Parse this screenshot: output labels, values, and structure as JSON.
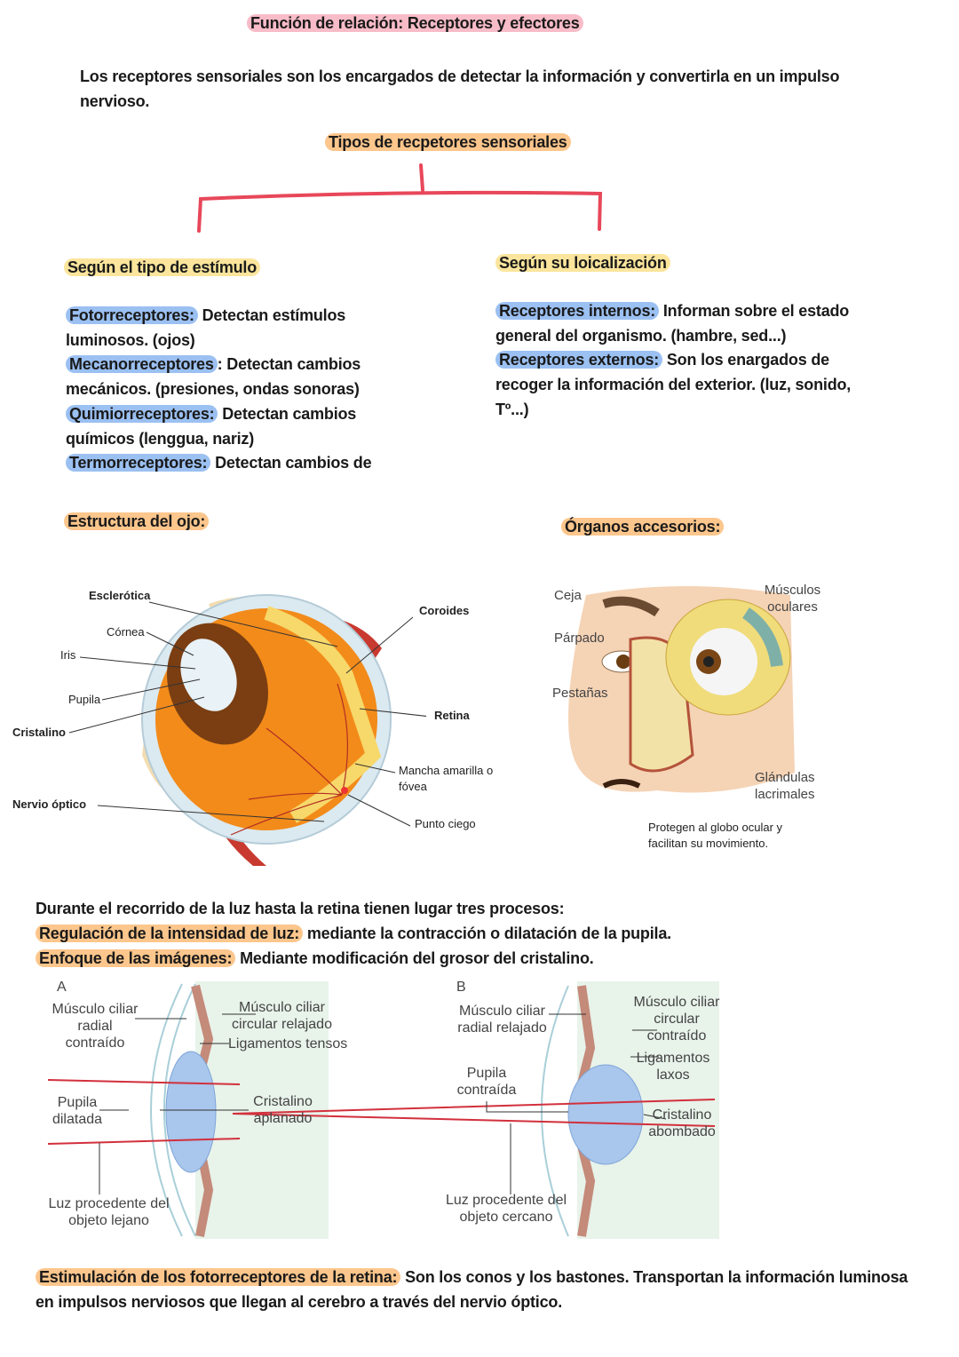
{
  "title": "Función de relación: Receptores y efectores",
  "intro": "Los receptores sensoriales son los encargados de detectar la información y convertirla en un impulso nervioso.",
  "tree": {
    "root": "Tipos de recpetores sensoriales",
    "left": {
      "heading": "Según el tipo de estímulo",
      "items": [
        {
          "term": "Fotorreceptores:",
          "text": " Detectan estímulos luminosos. (ojos)"
        },
        {
          "term": "Mecanorreceptores",
          "text": ": Detectan cambios mecánicos. (presiones, ondas sonoras)"
        },
        {
          "term": "Quimiorreceptores:",
          "text": " Detectan cambios químicos (lenggua, nariz)"
        },
        {
          "term": "Termorreceptores:",
          "text": " Detectan cambios de"
        }
      ]
    },
    "right": {
      "heading": "Según su loicalización",
      "items": [
        {
          "term": "Receptores internos:",
          "text": " Informan sobre el estado general del organismo. (hambre, sed...)"
        },
        {
          "term": "Receptores externos:",
          "text": " Son los enargados de recoger la información del exterior. (luz, sonido, Tº...)"
        }
      ]
    }
  },
  "eye": {
    "heading": "Estructura del ojo:",
    "labels": {
      "esclerotica": "Esclerótica",
      "cornea": "Córnea",
      "iris": "Iris",
      "pupila": "Pupila",
      "cristalino": "Cristalino",
      "nervio": "Nervio óptico",
      "coroides": "Coroides",
      "retina": "Retina",
      "mancha": "Mancha amarilla o fóvea",
      "punto": "Punto ciego"
    }
  },
  "accessory": {
    "heading": "Órganos accesorios:",
    "labels": {
      "ceja": "Ceja",
      "parpado": "Párpado",
      "pestanas": "Pestañas",
      "musculos": "Músculos oculares",
      "glandulas": "Glándulas lacrimales"
    },
    "caption": "Protegen al globo ocular y facilitan su movimiento."
  },
  "processes": {
    "intro": "Durante el recorrido de la luz hasta la retina tienen lugar tres procesos:",
    "items": [
      {
        "term": "Regulación de la intensidad de luz:",
        "text": " mediante la contracción o dilatación de la pupila."
      },
      {
        "term": "Enfoque de las imágenes:",
        "text": " Mediante modificación del grosor del cristalino."
      },
      {
        "term": "Estimulación de los fotorreceptores de la retina:",
        "text": " Son los conos y los bastones. Transportan la información luminosa en impulsos nerviosos que llegan al cerebro a través del nervio óptico."
      }
    ]
  },
  "focus": {
    "a": {
      "letter": "A",
      "radial": "Músculo ciliar radial contraído",
      "circular": "Músculo ciliar circular relajado",
      "ligamentos": "Ligamentos tensos",
      "pupila": "Pupila dilatada",
      "cristalino": "Cristalino aplanado",
      "luz": "Luz procedente del objeto lejano"
    },
    "b": {
      "letter": "B",
      "radial": "Músculo ciliar radial relajado",
      "circular": "Músculo ciliar circular contraído",
      "ligamentos": "Ligamentos laxos",
      "pupila": "Pupila contraída",
      "cristalino": "Cristalino abombado",
      "luz": "Luz procedente del objeto cercano"
    }
  }
}
